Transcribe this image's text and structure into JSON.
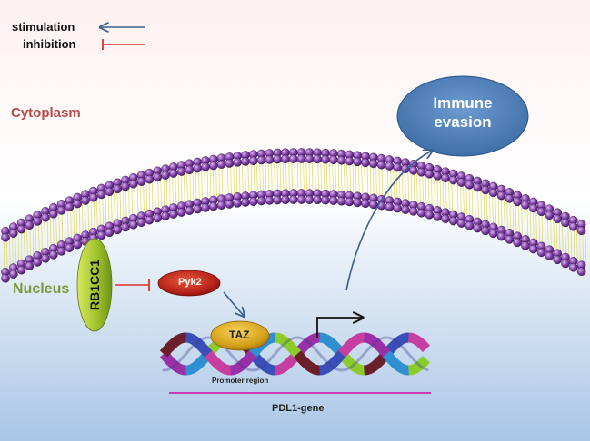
{
  "legend": {
    "stimulation_label": "stimulation",
    "inhibition_label": "inhibition"
  },
  "compartments": {
    "cytoplasm_label": "Cytoplasm",
    "nucleus_label": "Nucleus"
  },
  "nodes": {
    "rb1cc1": "RB1CC1",
    "pyk2": "Pyk2",
    "taz": "TAZ",
    "immune_evasion_line1": "Immune",
    "immune_evasion_line2": "evasion"
  },
  "dna": {
    "promoter_label": "Promoter region",
    "gene_label": "PDL1-gene"
  },
  "colors": {
    "stimulation_arrow": "#3b5f8f",
    "inhibition_bar": "#e0302c",
    "cytoplasm_text": "#b84a4a",
    "nucleus_text": "#7a9a3a",
    "membrane_bead": "#8c4bb0",
    "lipid_tail": "#e8e070",
    "immune_fill": "#4f7fb6",
    "rb1cc1_fill": "#a8c836",
    "pyk2_fill": "#c0281c",
    "taz_fill": "#d8a51c",
    "gene_line": "#c83cb4"
  }
}
